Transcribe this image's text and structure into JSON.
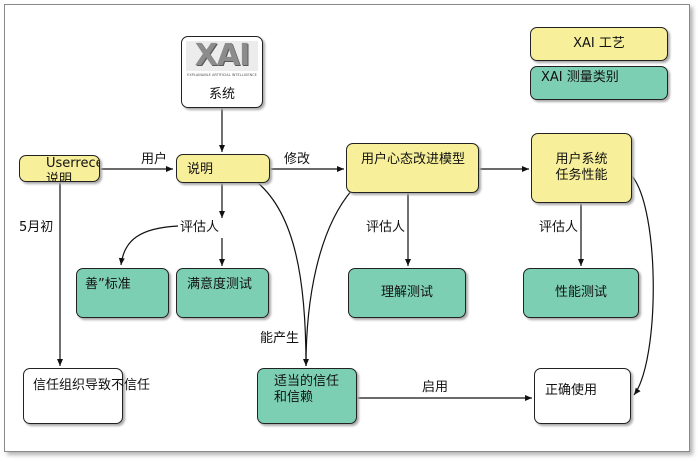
{
  "diagram": {
    "system": {
      "logo_text": "XAI",
      "logo_subtext": "EXPLAINABLE ARTIFICIAL INTELLIGENCE",
      "caption": "系统"
    },
    "legend": {
      "process": "XAI 工艺",
      "measure": "XAI 测量类别"
    },
    "boxes": {
      "user_receives": "Userreceives",
      "user_receives_hidden": "说明",
      "explanation": "说明",
      "mental_model": "用户心态改进模型",
      "task_performance": "用户系统任务性能",
      "goodness": "善”标准",
      "satisfaction": "满意度测试",
      "understanding": "理解测试",
      "performance_test": "性能测试",
      "mistrust": "信任组织导致不信任",
      "trust": "适当的信任和信赖",
      "correct_use": "正确使用"
    },
    "labels": {
      "user": "用户",
      "revise": "修改",
      "month": "5月初",
      "evaluator_1": "评估人",
      "evaluator_2": "评估人",
      "evaluator_3": "评估人",
      "can_produce": "能产生",
      "enable": "启用"
    },
    "colors": {
      "process": "#f7ef99",
      "measure": "#7dcfb4",
      "neutral": "#ffffff"
    }
  }
}
